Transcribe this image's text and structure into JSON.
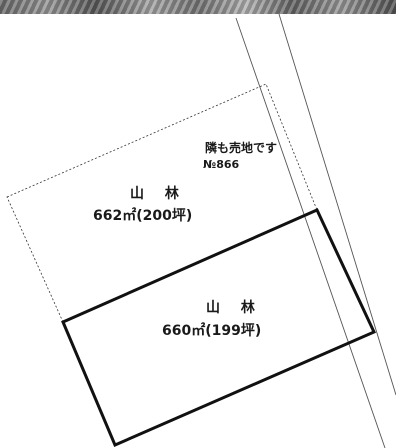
{
  "map": {
    "neighbor_note": {
      "line1": "隣も売地です",
      "line2": "№866"
    },
    "upper_parcel": {
      "land_type": "山 林",
      "area": "662㎡",
      "tsubo": "(200坪)",
      "area_m2": 662,
      "area_tsubo": 200,
      "outline": "dashed"
    },
    "lower_parcel": {
      "land_type": "山 林",
      "area": "660㎡",
      "tsubo": "(199坪)",
      "area_m2": 660,
      "area_tsubo": 199,
      "outline": "bold-solid"
    },
    "colors": {
      "line": "#1a1a1a",
      "background": "#ffffff"
    }
  }
}
